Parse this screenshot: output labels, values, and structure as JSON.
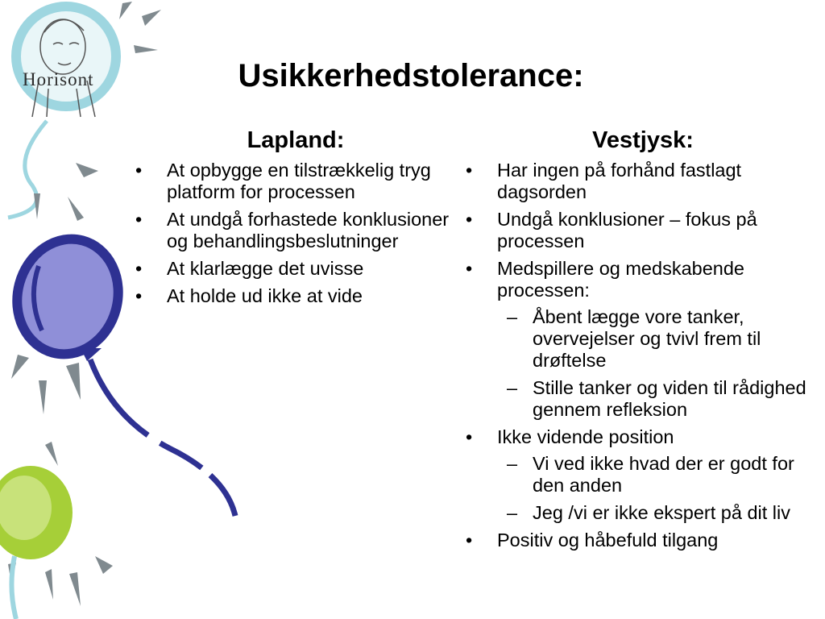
{
  "logo": {
    "text": "Horisont"
  },
  "title": "Usikkerhedstolerance:",
  "left_column": {
    "heading": "Lapland:",
    "items": [
      "At opbygge en tilstrækkelig tryg platform for processen",
      "At undgå forhastede konklusioner og behandlingsbeslutninger",
      "At klarlægge det uvisse",
      "At holde ud ikke at vide"
    ]
  },
  "right_column": {
    "heading": "Vestjysk:",
    "items": [
      {
        "text": "Har ingen på forhånd fastlagt dagsorden",
        "sub": []
      },
      {
        "text": "Undgå konklusioner – fokus på processen",
        "sub": []
      },
      {
        "text": "Medspillere og medskabende processen:",
        "sub": [
          "Åbent lægge vore tanker, overvejelser og tvivl frem til drøftelse",
          "Stille tanker og viden til rådighed gennem refleksion"
        ]
      },
      {
        "text": "Ikke vidende position",
        "sub": [
          "Vi ved ikke hvad der er godt for den anden",
          "Jeg /vi er ikke ekspert på dit liv"
        ]
      },
      {
        "text": "Positiv og håbefuld tilgang",
        "sub": []
      }
    ]
  },
  "colors": {
    "balloon_blue_fill": "#8f8fd8",
    "balloon_blue_outline": "#2e3192",
    "balloon_green_fill": "#a6cf38",
    "balloon_light_blue": "#9ed6e0",
    "ray_gray": "#808a8f"
  }
}
